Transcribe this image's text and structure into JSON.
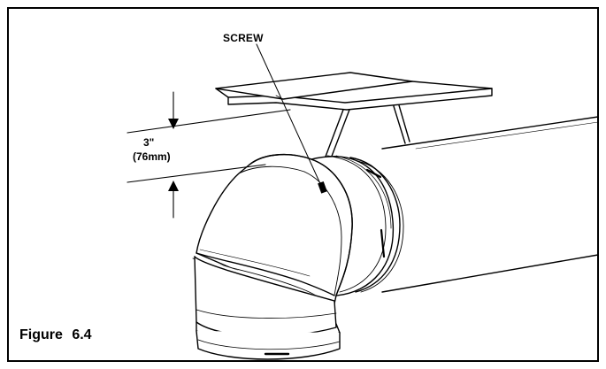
{
  "callouts": {
    "screw": "SCREW",
    "dimension_inches": "3\"",
    "dimension_mm": "(76mm)"
  },
  "caption": "Figure 6.4"
}
